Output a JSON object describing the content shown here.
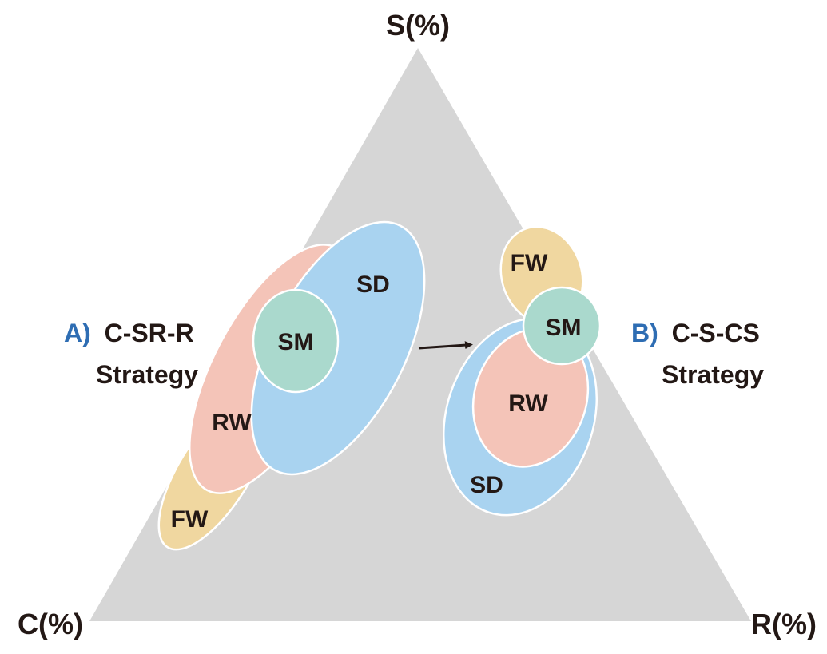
{
  "axes": {
    "top": "S(%)",
    "left": "C(%)",
    "right": "R(%)"
  },
  "colors": {
    "triangle": "#d6d6d6",
    "FW": "#f0d7a0",
    "RW": "#f4c4b8",
    "SD": "#a9d3f0",
    "SM": "#aad9cd",
    "strategy_letter": "#2e6db3",
    "text": "#231815"
  },
  "panel_a": {
    "letter": "A)",
    "line1": "C-SR-R",
    "line2": "Strategy",
    "regions": {
      "FW": "FW",
      "RW": "RW",
      "SD": "SD",
      "SM": "SM"
    }
  },
  "panel_b": {
    "letter": "B)",
    "line1": "C-S-CS",
    "line2": "Strategy",
    "regions": {
      "FW": "FW",
      "RW": "RW",
      "SD": "SD",
      "SM": "SM"
    }
  },
  "arrow": "arrow-right-icon"
}
